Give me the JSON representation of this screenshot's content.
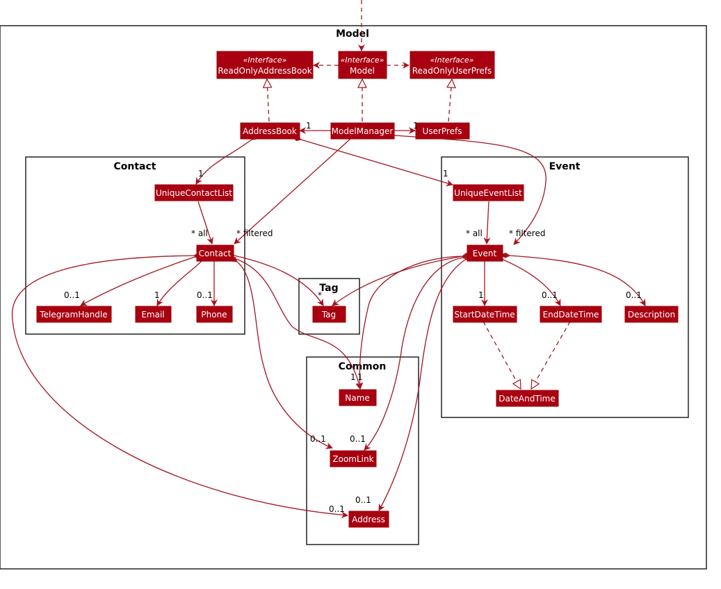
{
  "colors": {
    "class_fill": "#a80010",
    "edge": "#a3141f",
    "package_border": "#222222"
  },
  "packages": {
    "model": "Model",
    "contact": "Contact",
    "event": "Event",
    "tag": "Tag",
    "common": "Common"
  },
  "stereotype": "«Interface»",
  "classes": {
    "read_only_address_book": "ReadOnlyAddressBook",
    "model": "Model",
    "read_only_user_prefs": "ReadOnlyUserPrefs",
    "address_book": "AddressBook",
    "model_manager": "ModelManager",
    "user_prefs": "UserPrefs",
    "unique_contact_list": "UniqueContactList",
    "contact": "Contact",
    "telegram_handle": "TelegramHandle",
    "email": "Email",
    "phone": "Phone",
    "tag": "Tag",
    "unique_event_list": "UniqueEventList",
    "event": "Event",
    "start_date_time": "StartDateTime",
    "end_date_time": "EndDateTime",
    "description": "Description",
    "date_and_time": "DateAndTime",
    "name": "Name",
    "zoom_link": "ZoomLink",
    "address": "Address"
  },
  "multiplicities": {
    "mm_ab": "1",
    "mm_up": "1",
    "ab_ucl": "1",
    "ab_uel": "1",
    "ucl_contact": "* all",
    "mm_contact": "* filtered",
    "uel_event": "* all",
    "mm_event": "* filtered",
    "contact_tg": "0..1",
    "contact_email": "1",
    "contact_phone": "0..1",
    "tag_star": "*",
    "event_start": "1",
    "event_end": "0..1",
    "event_desc": "0..1",
    "name_a": "1",
    "name_b": "1",
    "zoom_a": "0..1",
    "zoom_b": "0..1",
    "address_a": "0..1",
    "address_b": "0..1"
  }
}
